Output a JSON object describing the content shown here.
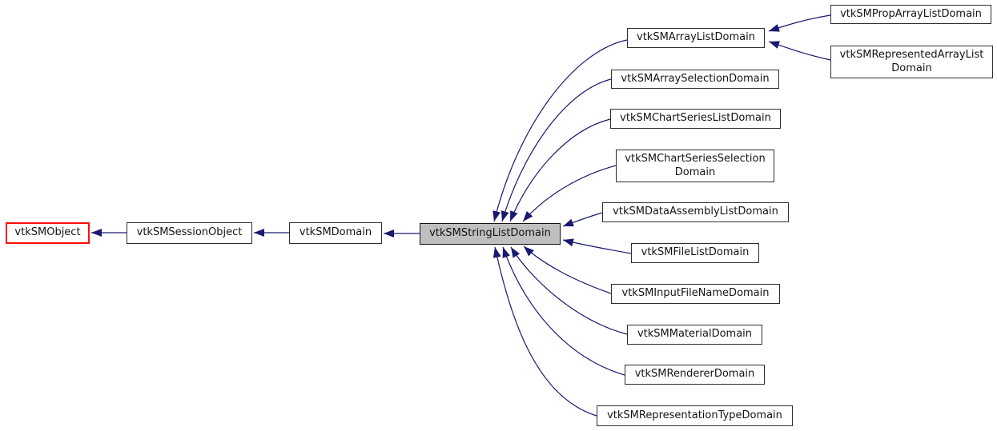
{
  "diagram": {
    "kind": "class-inheritance-graph",
    "focus_class": "vtkSMStringListDomain",
    "colors": {
      "background": "#ffffff",
      "edge": "#191970",
      "node_border": "#2e2e2e",
      "node_fill": "#ffffff",
      "focus_node_fill": "#bfbfbf",
      "external_node_border": "#fb0e0e",
      "text": "#141414"
    },
    "nodes": [
      {
        "id": "vtkSMObject",
        "label": "vtkSMObject",
        "style": "external"
      },
      {
        "id": "vtkSMSessionObject",
        "label": "vtkSMSessionObject",
        "style": "normal"
      },
      {
        "id": "vtkSMDomain",
        "label": "vtkSMDomain",
        "style": "normal"
      },
      {
        "id": "vtkSMStringListDomain",
        "label": "vtkSMStringListDomain",
        "style": "focus"
      },
      {
        "id": "vtkSMArrayListDomain",
        "label": "vtkSMArrayListDomain",
        "style": "normal"
      },
      {
        "id": "vtkSMPropArrayListDomain",
        "label": "vtkSMPropArrayListDomain",
        "style": "normal"
      },
      {
        "id": "vtkSMRepresentedArrayListDomain",
        "label": "vtkSMRepresentedArrayList\nDomain",
        "style": "normal"
      },
      {
        "id": "vtkSMArraySelectionDomain",
        "label": "vtkSMArraySelectionDomain",
        "style": "normal"
      },
      {
        "id": "vtkSMChartSeriesListDomain",
        "label": "vtkSMChartSeriesListDomain",
        "style": "normal"
      },
      {
        "id": "vtkSMChartSeriesSelectionDomain",
        "label": "vtkSMChartSeriesSelection\nDomain",
        "style": "normal"
      },
      {
        "id": "vtkSMDataAssemblyListDomain",
        "label": "vtkSMDataAssemblyListDomain",
        "style": "normal"
      },
      {
        "id": "vtkSMFileListDomain",
        "label": "vtkSMFileListDomain",
        "style": "normal"
      },
      {
        "id": "vtkSMInputFileNameDomain",
        "label": "vtkSMInputFileNameDomain",
        "style": "normal"
      },
      {
        "id": "vtkSMMaterialDomain",
        "label": "vtkSMMaterialDomain",
        "style": "normal"
      },
      {
        "id": "vtkSMRendererDomain",
        "label": "vtkSMRendererDomain",
        "style": "normal"
      },
      {
        "id": "vtkSMRepresentationTypeDomain",
        "label": "vtkSMRepresentationTypeDomain",
        "style": "normal"
      }
    ],
    "edges": [
      {
        "from": "vtkSMSessionObject",
        "to": "vtkSMObject"
      },
      {
        "from": "vtkSMDomain",
        "to": "vtkSMSessionObject"
      },
      {
        "from": "vtkSMStringListDomain",
        "to": "vtkSMDomain"
      },
      {
        "from": "vtkSMArrayListDomain",
        "to": "vtkSMStringListDomain"
      },
      {
        "from": "vtkSMArraySelectionDomain",
        "to": "vtkSMStringListDomain"
      },
      {
        "from": "vtkSMChartSeriesListDomain",
        "to": "vtkSMStringListDomain"
      },
      {
        "from": "vtkSMChartSeriesSelectionDomain",
        "to": "vtkSMStringListDomain"
      },
      {
        "from": "vtkSMDataAssemblyListDomain",
        "to": "vtkSMStringListDomain"
      },
      {
        "from": "vtkSMFileListDomain",
        "to": "vtkSMStringListDomain"
      },
      {
        "from": "vtkSMInputFileNameDomain",
        "to": "vtkSMStringListDomain"
      },
      {
        "from": "vtkSMMaterialDomain",
        "to": "vtkSMStringListDomain"
      },
      {
        "from": "vtkSMRendererDomain",
        "to": "vtkSMStringListDomain"
      },
      {
        "from": "vtkSMRepresentationTypeDomain",
        "to": "vtkSMStringListDomain"
      },
      {
        "from": "vtkSMPropArrayListDomain",
        "to": "vtkSMArrayListDomain"
      },
      {
        "from": "vtkSMRepresentedArrayListDomain",
        "to": "vtkSMArrayListDomain"
      }
    ]
  }
}
